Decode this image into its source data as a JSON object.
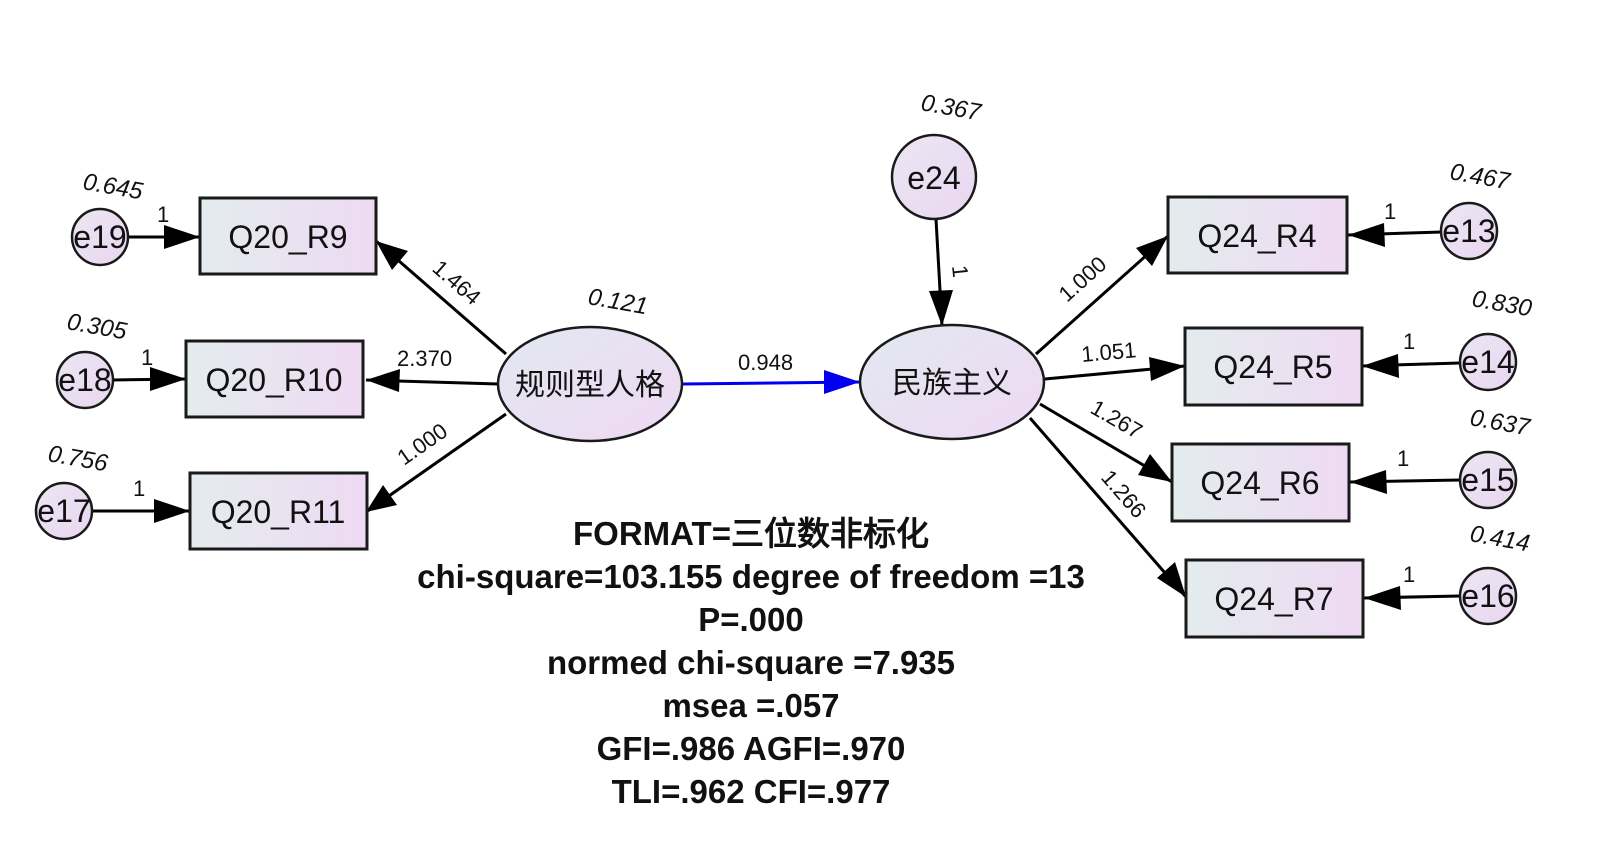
{
  "latents": {
    "left": "规则型人格",
    "right": "民族主义"
  },
  "observed": {
    "q20_r9": "Q20_R9",
    "q20_r10": "Q20_R10",
    "q20_r11": "Q20_R11",
    "q24_r4": "Q24_R4",
    "q24_r5": "Q24_R5",
    "q24_r6": "Q24_R6",
    "q24_r7": "Q24_R7"
  },
  "errors": {
    "e19": "e19",
    "e18": "e18",
    "e17": "e17",
    "e13": "e13",
    "e14": "e14",
    "e15": "e15",
    "e16": "e16",
    "e24": "e24"
  },
  "variances": {
    "e19": "0.645",
    "e18": "0.305",
    "e17": "0.756",
    "left_latent": "0.121",
    "e24": "0.367",
    "e13": "0.467",
    "e14": "0.830",
    "e15": "0.637",
    "e16": "0.414"
  },
  "loadings": {
    "q20_r9": "1.464",
    "q20_r10": "2.370",
    "q20_r11": "1.000",
    "q24_r4": "1.000",
    "q24_r5": "1.051",
    "q24_r6": "1.267",
    "q24_r7": "1.266"
  },
  "paths": {
    "structural": "0.948",
    "fixed_one": "1"
  },
  "stats": {
    "line1": "FORMAT=三位数非标化",
    "line2": "chi-square=103.155  degree of freedom =13",
    "line3": "P=.000",
    "line4": "normed chi-square =7.935",
    "line5": "msea =.057",
    "line6": "GFI=.986 AGFI=.970",
    "line7": "TLI=.962 CFI=.977"
  },
  "colors": {
    "structural_path": "#0000ee",
    "node_fill_start": "#e6ecef",
    "node_fill_end": "#ecdcf3"
  }
}
